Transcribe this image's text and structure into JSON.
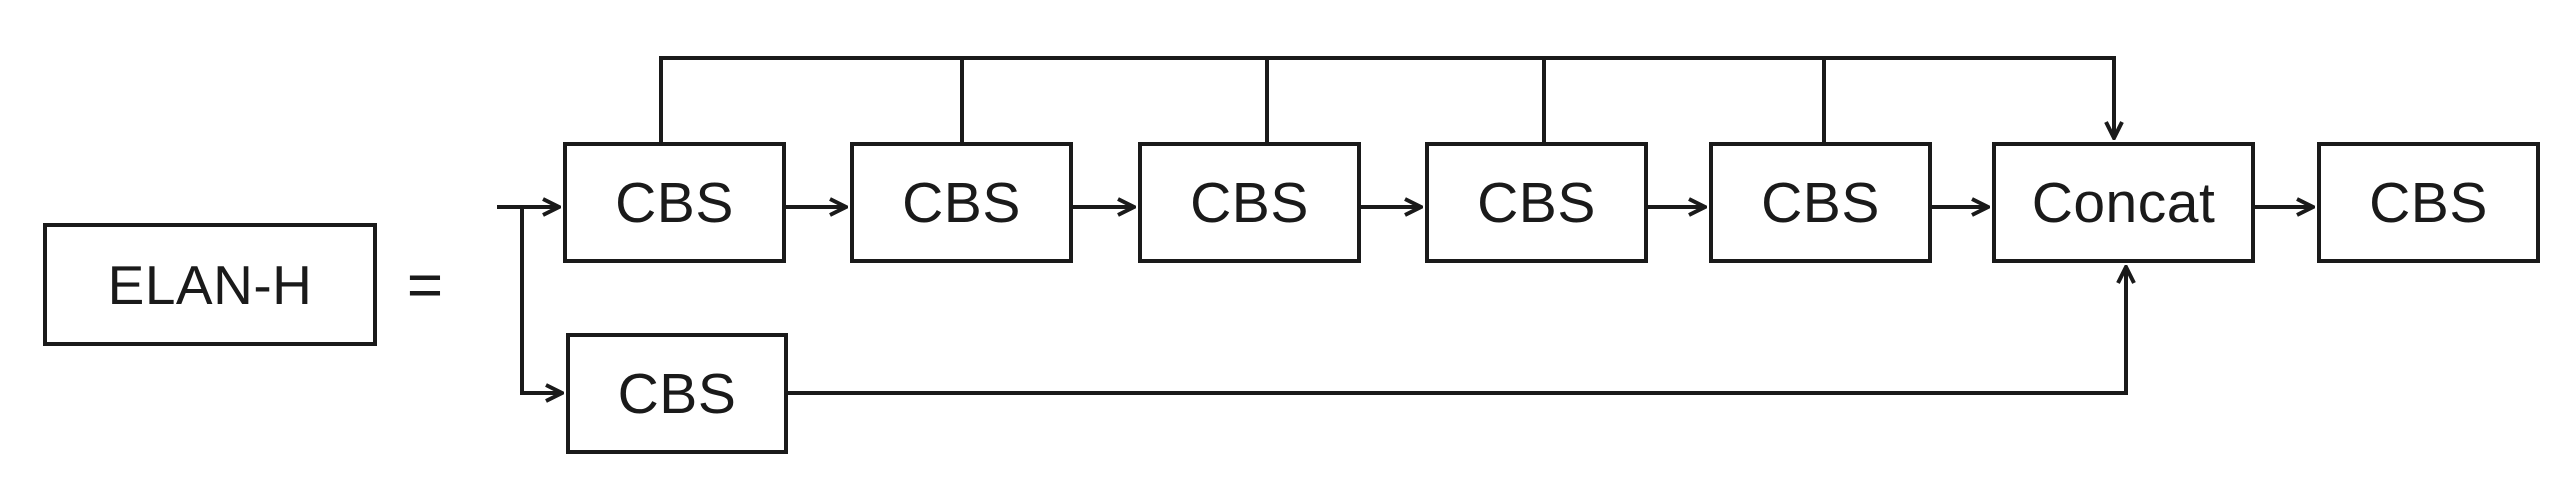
{
  "diagram": {
    "module": {
      "label": "ELAN-H"
    },
    "equals": "=",
    "top_row": [
      {
        "label": "CBS"
      },
      {
        "label": "CBS"
      },
      {
        "label": "CBS"
      },
      {
        "label": "CBS"
      },
      {
        "label": "CBS"
      },
      {
        "label": "Concat"
      },
      {
        "label": "CBS"
      }
    ],
    "bottom_branch": {
      "label": "CBS"
    },
    "colors": {
      "stroke": "#1a1a1a",
      "background": "#ffffff"
    }
  }
}
